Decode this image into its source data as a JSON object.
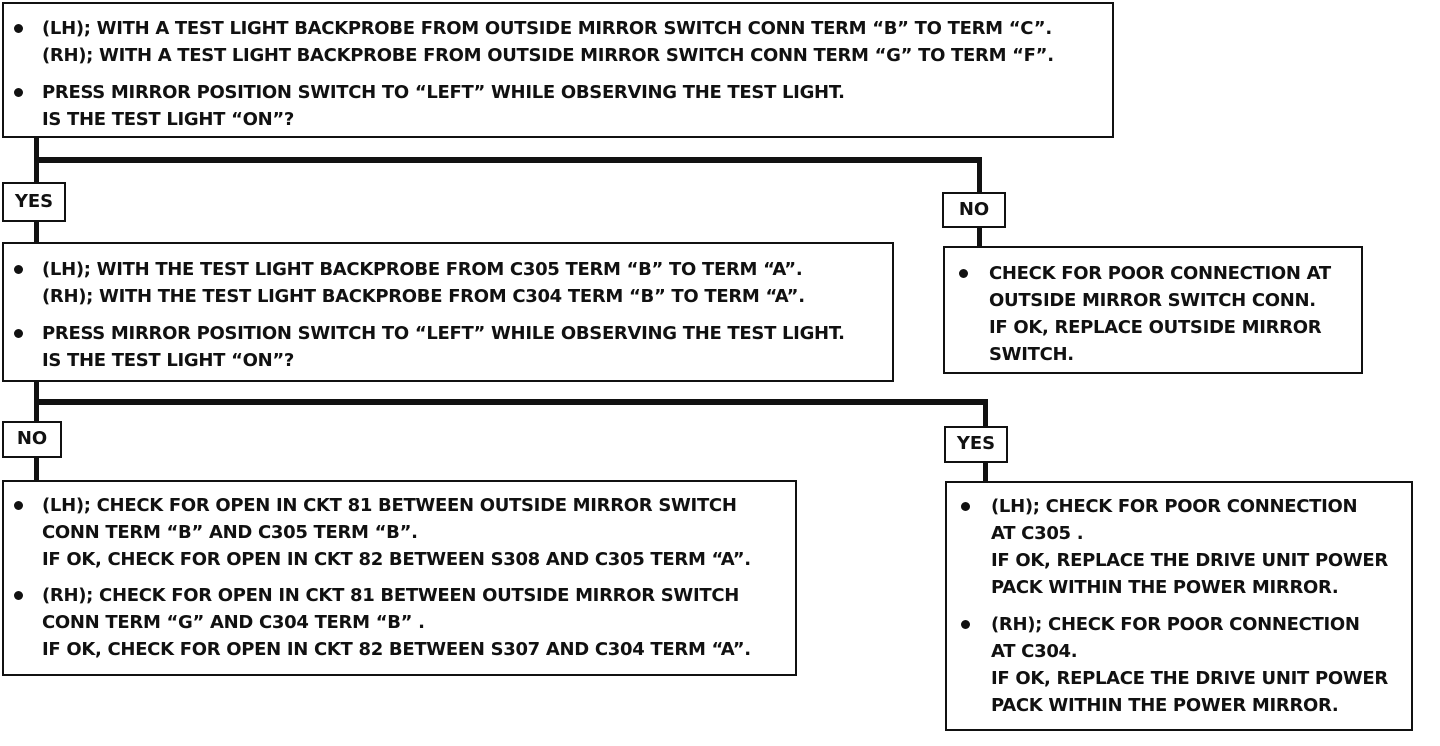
{
  "box1": {
    "items": [
      {
        "lines": [
          "(LH); WITH A TEST LIGHT BACKPROBE FROM OUTSIDE MIRROR SWITCH CONN TERM “B” TO TERM “C”.",
          "(RH); WITH A TEST LIGHT BACKPROBE FROM OUTSIDE MIRROR SWITCH CONN TERM “G” TO TERM “F”."
        ]
      },
      {
        "lines": [
          "PRESS MIRROR  POSITION SWITCH TO “LEFT” WHILE OBSERVING THE TEST LIGHT.",
          "IS THE TEST LIGHT “ON”?"
        ]
      }
    ]
  },
  "labels": {
    "yes1": "YES",
    "no1": "NO",
    "no2": "NO",
    "yes2": "YES"
  },
  "box2": {
    "items": [
      {
        "lines": [
          "(LH); WITH THE TEST LIGHT BACKPROBE FROM C305 TERM “B” TO TERM “A”.",
          "(RH); WITH THE TEST LIGHT BACKPROBE FROM C304 TERM “B” TO TERM “A”."
        ]
      },
      {
        "lines": [
          "PRESS MIRROR POSITION SWITCH TO “LEFT” WHILE OBSERVING THE TEST  LIGHT.",
          "IS THE TEST LIGHT “ON”?"
        ]
      }
    ]
  },
  "box3": {
    "items": [
      {
        "lines": [
          "CHECK FOR POOR CONNECTION AT",
          "OUTSIDE MIRROR SWITCH CONN.",
          "IF OK, REPLACE OUTSIDE MIRROR",
          "SWITCH."
        ]
      }
    ]
  },
  "box4": {
    "items": [
      {
        "lines": [
          "(LH); CHECK FOR OPEN IN CKT 81 BETWEEN OUTSIDE MIRROR SWITCH",
          "CONN TERM “B” AND C305 TERM “B”.",
          "IF OK, CHECK FOR OPEN IN CKT 82 BETWEEN S308 AND C305 TERM “A”."
        ]
      },
      {
        "lines": [
          "(RH); CHECK FOR OPEN IN CKT 81 BETWEEN OUTSIDE MIRROR SWITCH",
          "CONN TERM “G” AND C304 TERM “B” .",
          "IF OK, CHECK FOR OPEN IN CKT 82 BETWEEN S307 AND C304 TERM “A”."
        ]
      }
    ]
  },
  "box5": {
    "items": [
      {
        "lines": [
          "(LH); CHECK FOR POOR CONNECTION",
          "AT C305 .",
          "IF OK, REPLACE THE DRIVE UNIT POWER",
          "PACK WITHIN THE POWER MIRROR."
        ]
      },
      {
        "lines": [
          "(RH); CHECK FOR POOR CONNECTION",
          "AT C304.",
          "IF OK, REPLACE THE DRIVE UNIT POWER",
          "PACK WITHIN THE POWER MIRROR."
        ]
      }
    ]
  }
}
